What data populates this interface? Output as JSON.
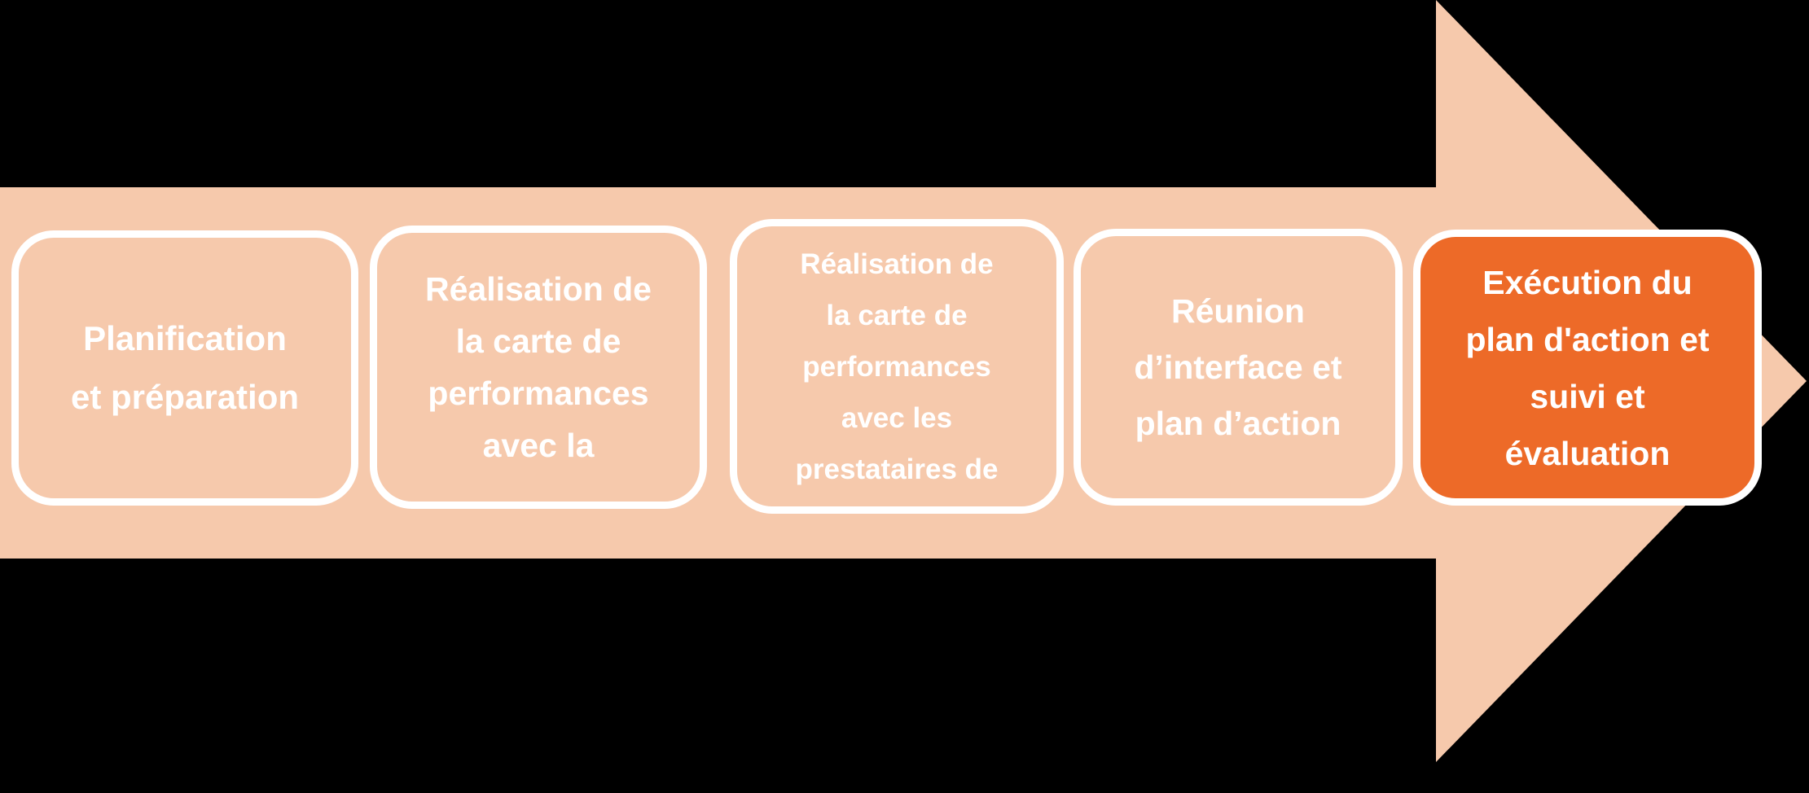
{
  "diagram": {
    "type": "process-arrow",
    "direction": "right",
    "colors": {
      "background": "#000000",
      "arrow_fill": "#F6C9AC",
      "box_fill": "#F6C9AC",
      "box_border": "#FFFFFF",
      "highlight_fill": "#ED6A28",
      "text": "#FFFFFF"
    },
    "steps": [
      {
        "id": 1,
        "highlighted": false,
        "label": "Planification et préparation",
        "lines": [
          "Planification",
          "et préparation"
        ]
      },
      {
        "id": 2,
        "highlighted": false,
        "label": "Réalisation de la carte de performances avec la",
        "lines": [
          "Réalisation de",
          "la carte de",
          "performances",
          "avec la"
        ]
      },
      {
        "id": 3,
        "highlighted": false,
        "label": "Réalisation de la carte de performances avec les prestataires de",
        "lines": [
          "Réalisation de",
          "la carte de",
          "performances",
          "avec les",
          "prestataires de"
        ]
      },
      {
        "id": 4,
        "highlighted": false,
        "label": "Réunion d’interface et plan d’action",
        "lines": [
          "Réunion",
          "d’interface et",
          "plan d’action"
        ]
      },
      {
        "id": 5,
        "highlighted": true,
        "label": "Exécution du plan d'action et suivi et évaluation",
        "lines": [
          "Exécution du",
          "plan d'action et",
          "suivi et",
          "évaluation"
        ]
      }
    ]
  }
}
